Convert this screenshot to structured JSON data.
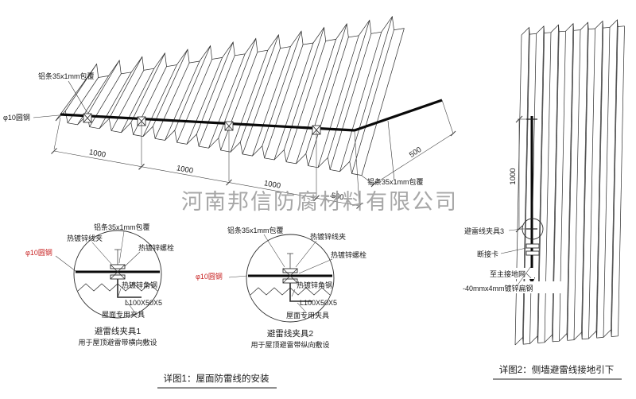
{
  "watermark": "河南邦信防腐材料有限公司",
  "roof": {
    "alu_label": "铝条35x1mm包覆",
    "steel_label": "φ10圆钢",
    "dim_1000": "1000",
    "dim_500": "500"
  },
  "clamp_labels": {
    "wire_clamp": "热镀锌线夹",
    "alu": "铝条35x1mm包覆",
    "bolt": "热镀锌螺栓",
    "steel": "φ10圆钢",
    "angle": "热镀锌角钢",
    "angle_spec": "L100X50X5",
    "roof_fixture": "屋面专用夹具"
  },
  "detail1": {
    "title": "避雷线夹具1",
    "subtitle": "用于屋顶避雷带横向敷设"
  },
  "detail2": {
    "title": "避雷线夹具2",
    "subtitle": "用于屋顶避雷带纵向敷设"
  },
  "wall": {
    "dim_1000": "1000",
    "clamp3": "避雷线夹具3",
    "disconnect": "断接卡",
    "to_ground": "至主接地网",
    "flat_steel": "-40mmx4mm镀锌扁钢"
  },
  "captions": {
    "fig1": "详图1：屋面防雷线的安装",
    "fig2": "详图2：侧墙避雷线接地引下"
  },
  "colors": {
    "line": "#2b2b2b",
    "accent_red": "#c82323",
    "watermark_gray": "#989898"
  }
}
